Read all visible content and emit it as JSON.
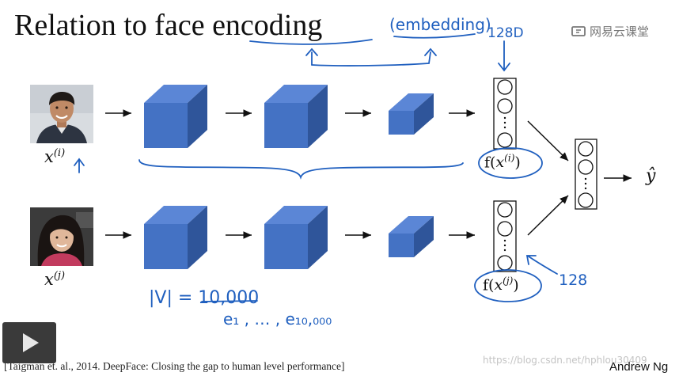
{
  "slide": {
    "title_prefix": "Relation to face ",
    "title_highlight": "encoding",
    "logo_text": "网易云课堂",
    "citation": "[Taigman et. al., 2014. DeepFace: Closing the gap to human level performance]",
    "watermark": "https://blog.csdn.net/hphlou30409",
    "author": "Andrew Ng"
  },
  "inputs": {
    "top": {
      "base": "x",
      "sup": "(i)"
    },
    "bottom": {
      "base": "x",
      "sup": "(j)"
    }
  },
  "encodings": {
    "top": {
      "fn": "f(",
      "base": "x",
      "sup": "(i)",
      "close": ")"
    },
    "bottom": {
      "fn": "f(",
      "base": "x",
      "sup": "(j)",
      "close": ")"
    }
  },
  "output": {
    "symbol": "ŷ"
  },
  "annotations": {
    "embedding": "(embedding)",
    "dim_top": "128D",
    "dim_bottom": "128",
    "vocab": "|V| = 10,000",
    "vectors": "e₁ , … , e₁₀,₀₀₀"
  },
  "colors": {
    "cube_front": "#4472c4",
    "cube_top": "#5b86d6",
    "cube_side": "#2f559a",
    "ink": "#1f5fbf",
    "player": "#3a3a3a"
  },
  "player": {
    "icon": "play-icon"
  }
}
